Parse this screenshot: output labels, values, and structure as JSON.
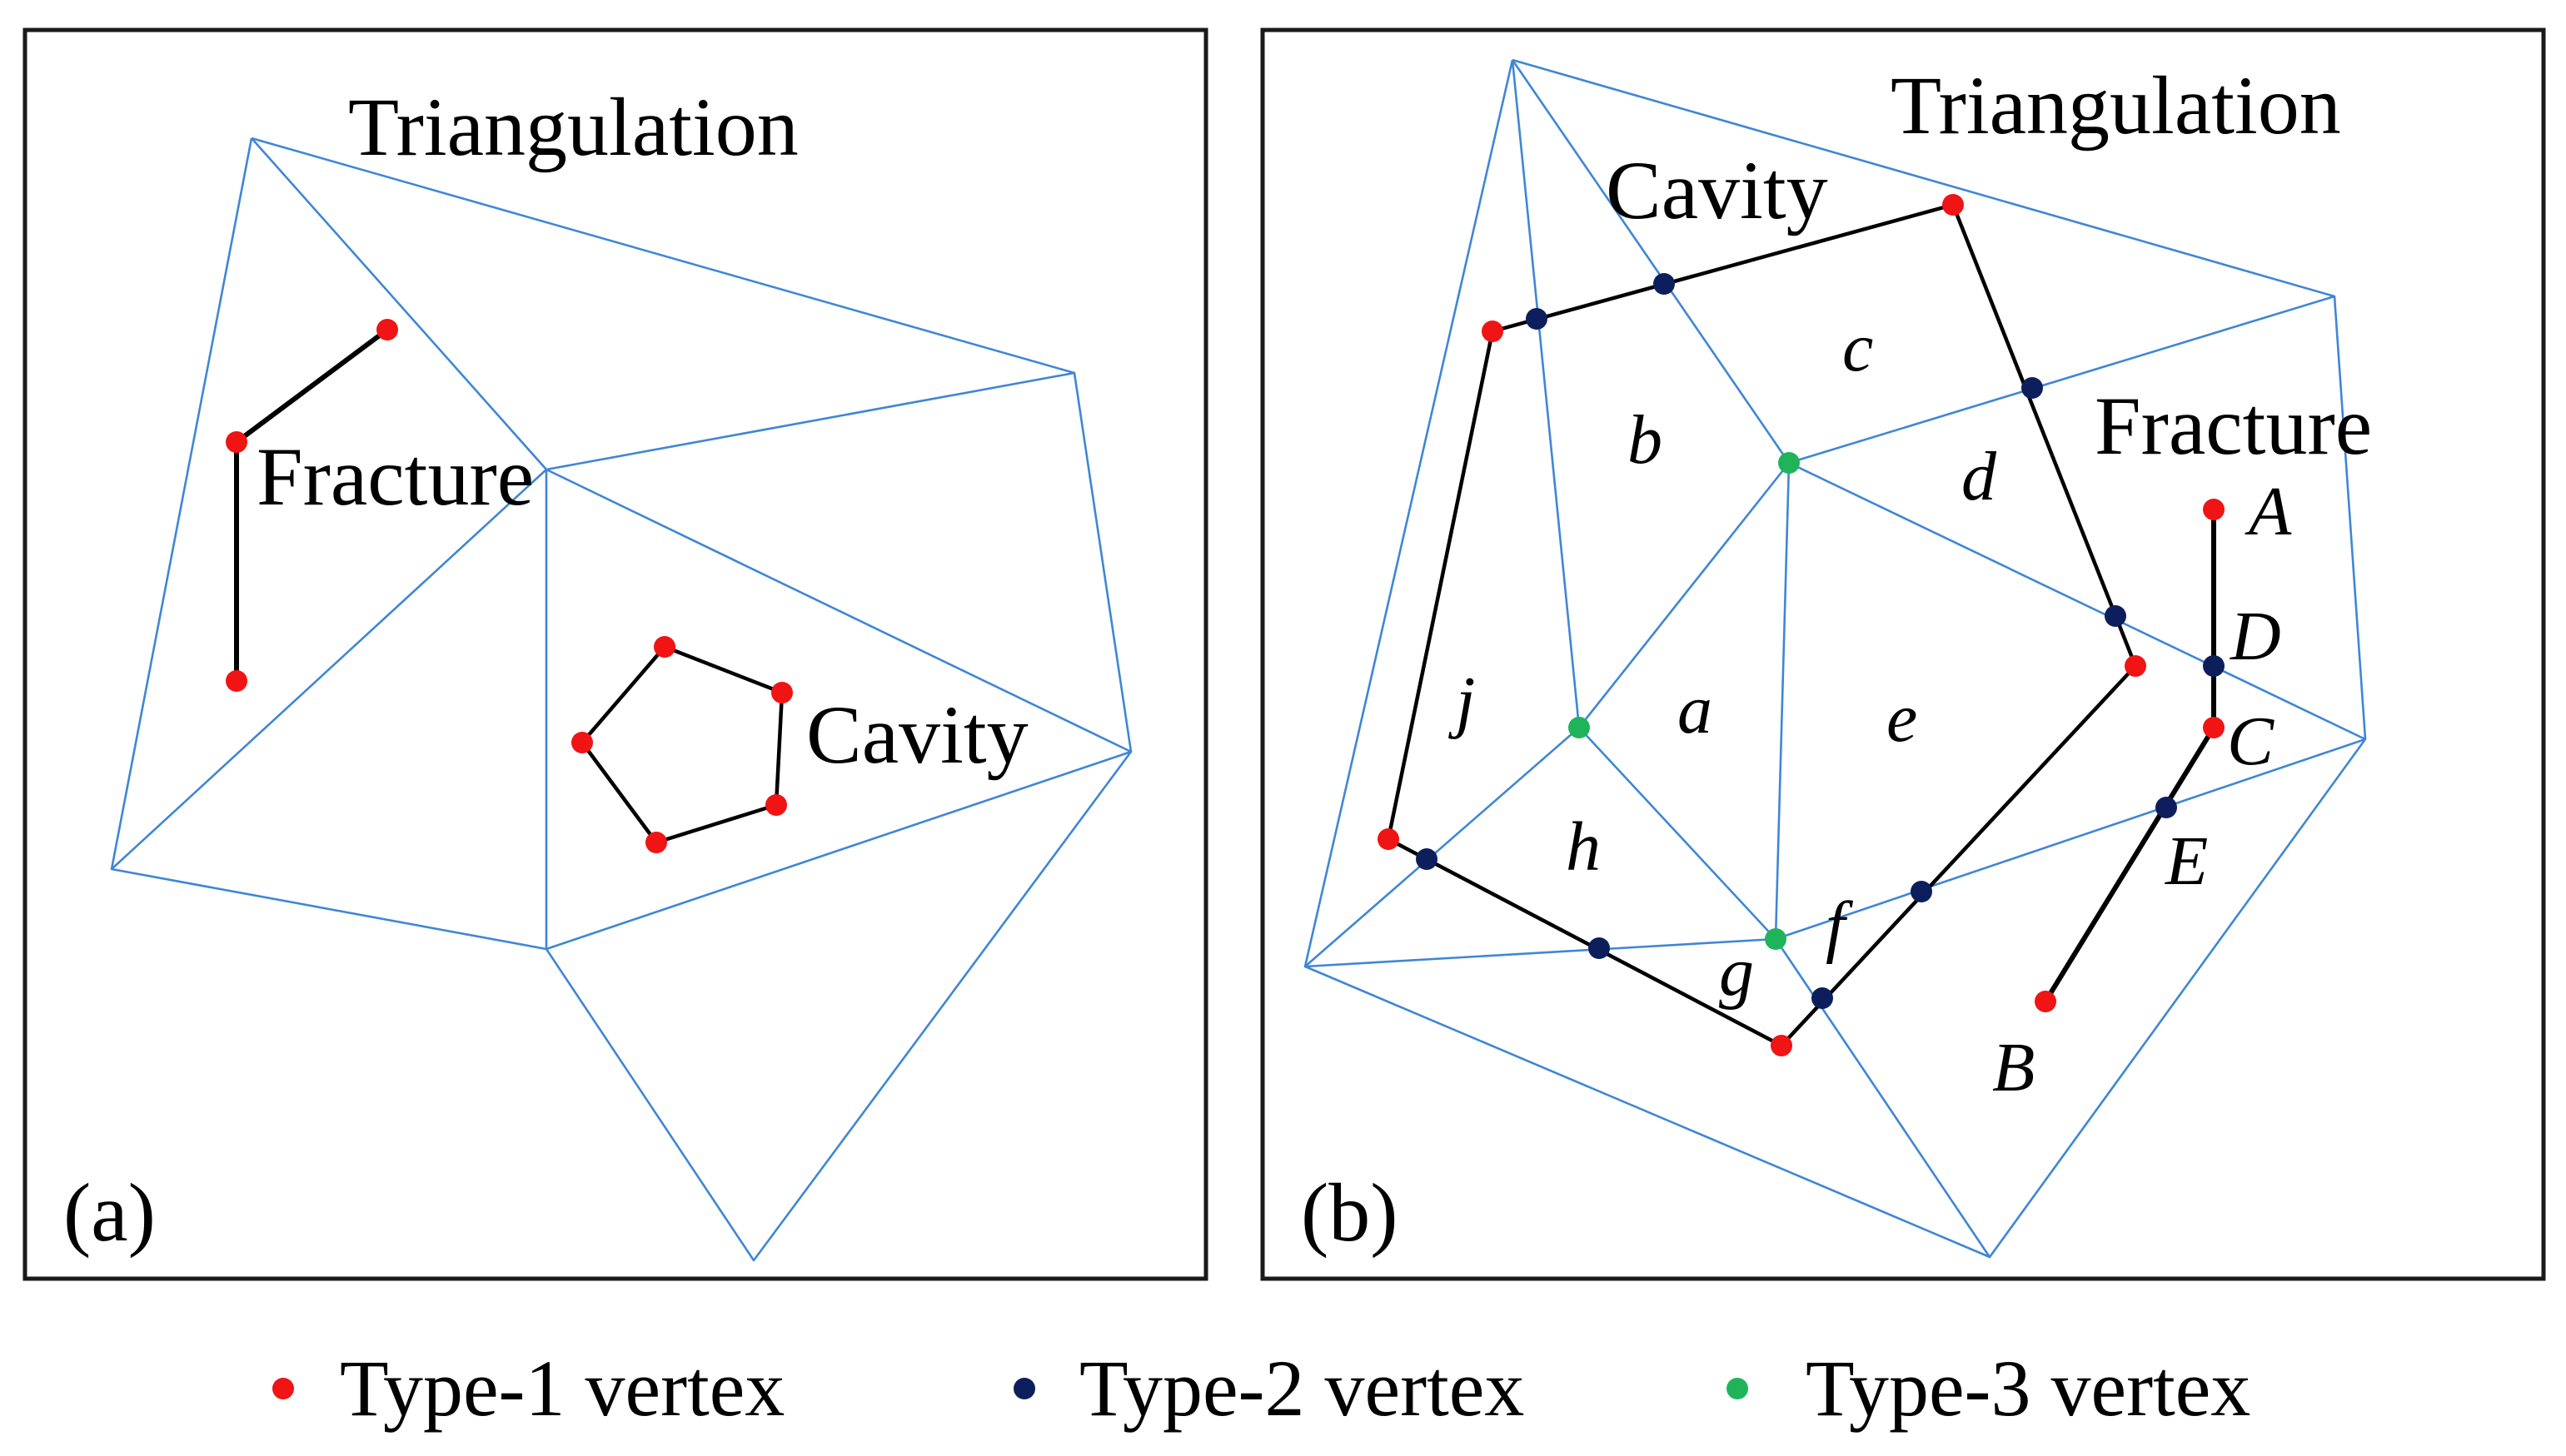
{
  "colors": {
    "type1": "#f01414",
    "type2": "#0c1f5c",
    "type3": "#1fb45a",
    "triangulation": "#3f86d6"
  },
  "panel_a": {
    "tag": "(a)",
    "triangulation_label": "Triangulation",
    "fracture_label": "Fracture",
    "cavity_label": "Cavity"
  },
  "panel_b": {
    "tag": "(b)",
    "triangulation_label": "Triangulation",
    "fracture_label": "Fracture",
    "cavity_label": "Cavity",
    "region_labels": [
      "a",
      "b",
      "c",
      "d",
      "e",
      "f",
      "g",
      "h",
      "j"
    ],
    "point_labels": [
      "A",
      "B",
      "C",
      "D",
      "E"
    ]
  },
  "legend": {
    "items": [
      {
        "label": "Type-1 vertex",
        "color_key": "type1"
      },
      {
        "label": "Type-2 vertex",
        "color_key": "type2"
      },
      {
        "label": "Type-3 vertex",
        "color_key": "type3"
      }
    ]
  }
}
